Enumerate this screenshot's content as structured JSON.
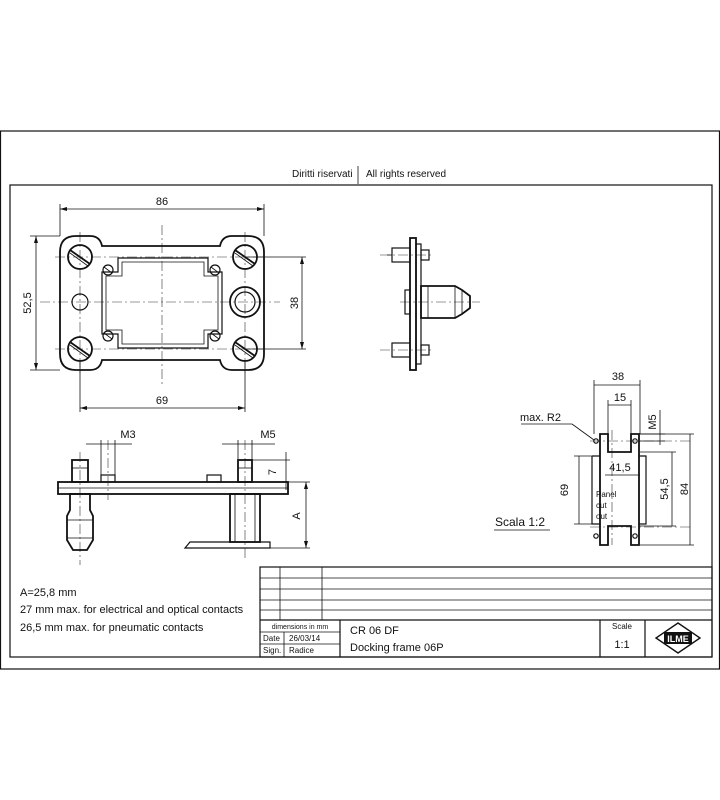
{
  "rights": {
    "it": "Diritti riservati",
    "en": "All rights reserved"
  },
  "dimensions": {
    "width_86": "86",
    "height_52_5": "52,5",
    "height_38": "38",
    "width_69": "69",
    "thread_m3": "M3",
    "thread_m5": "M5",
    "dim_7": "7",
    "dim_a": "A"
  },
  "panel_cutout": {
    "radius_label": "max. R2",
    "dim_38": "38",
    "dim_15": "15",
    "dim_m5": "M5",
    "dim_41_5": "41,5",
    "dim_69": "69",
    "dim_54_5": "54,5",
    "dim_84": "84",
    "cutout_text_1": "Panel",
    "cutout_text_2": "cut",
    "cutout_text_3": "out",
    "scale_note": "Scala 1:2"
  },
  "notes": {
    "line1": "A=25,8  mm",
    "line2": "27 mm max. for electrical and optical contacts",
    "line3": "26,5 mm max. for pneumatic contacts"
  },
  "title_block": {
    "units_label": "dimensions in mm",
    "date_label": "Date",
    "date_value": "26/03/14",
    "sign_label": "Sign.",
    "sign_value": "Radice",
    "code": "CR 06 DF",
    "description": "Docking frame 06P",
    "scale_label": "Scale",
    "scale_value": "1:1",
    "logo_text": "ILME"
  }
}
